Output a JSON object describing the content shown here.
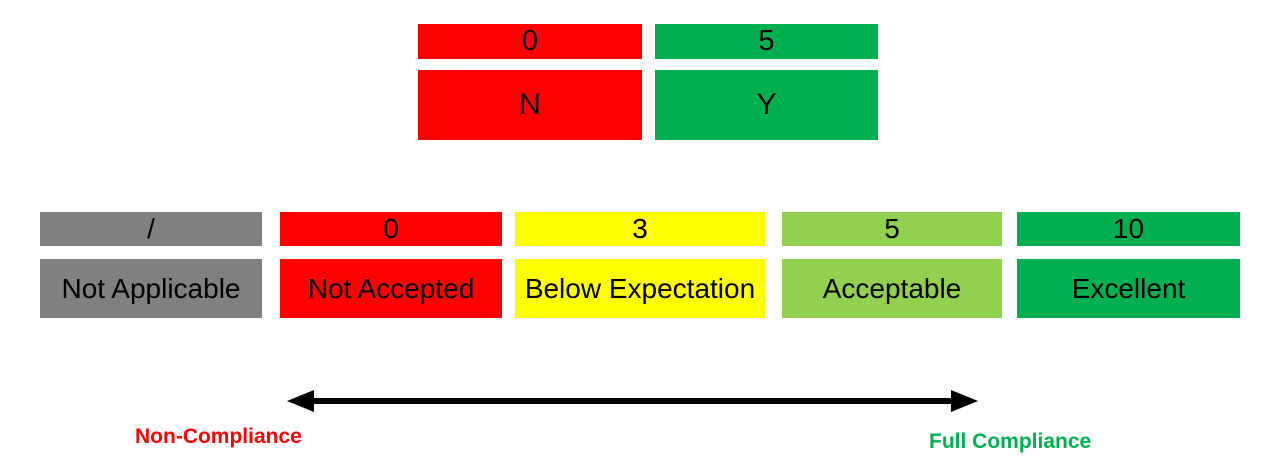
{
  "binary_scale": {
    "columns": [
      {
        "value": "0",
        "letter": "N",
        "color": "#FF0000"
      },
      {
        "value": "5",
        "letter": "Y",
        "color": "#00B050"
      }
    ]
  },
  "rating_scale": {
    "columns": [
      {
        "value": "/",
        "label": "Not Applicable",
        "color": "#808080"
      },
      {
        "value": "0",
        "label": "Not Accepted",
        "color": "#FF0000"
      },
      {
        "value": "3",
        "label": "Below Expectation",
        "color": "#FFFF00"
      },
      {
        "value": "5",
        "label": "Acceptable",
        "color": "#92D050"
      },
      {
        "value": "10",
        "label": "Excellent",
        "color": "#00B050"
      }
    ]
  },
  "compliance_axis": {
    "left_label": "Non-Compliance",
    "left_color": "#FF0000",
    "right_label": "Full Compliance",
    "right_color": "#00B050",
    "arrow_color": "#000000"
  }
}
